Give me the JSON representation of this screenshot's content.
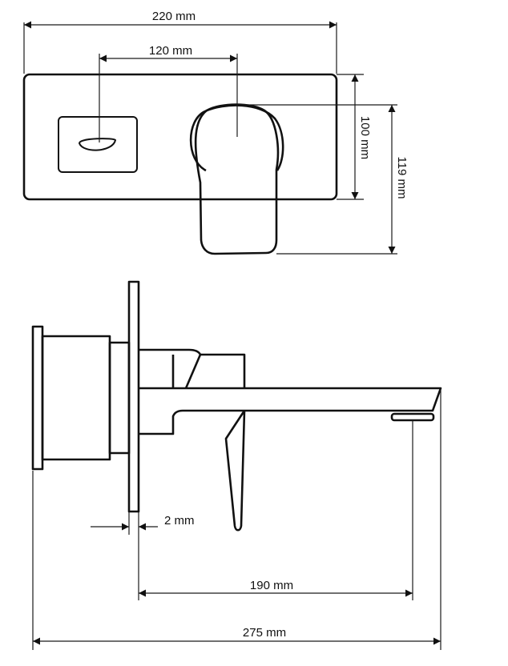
{
  "dimensions": {
    "front_width": "220 mm",
    "handle_spacing": "120 mm",
    "plate_height": "100 mm",
    "total_height": "119 mm",
    "plate_thickness": "2 mm",
    "spout_reach": "190 mm",
    "total_depth": "275 mm"
  }
}
